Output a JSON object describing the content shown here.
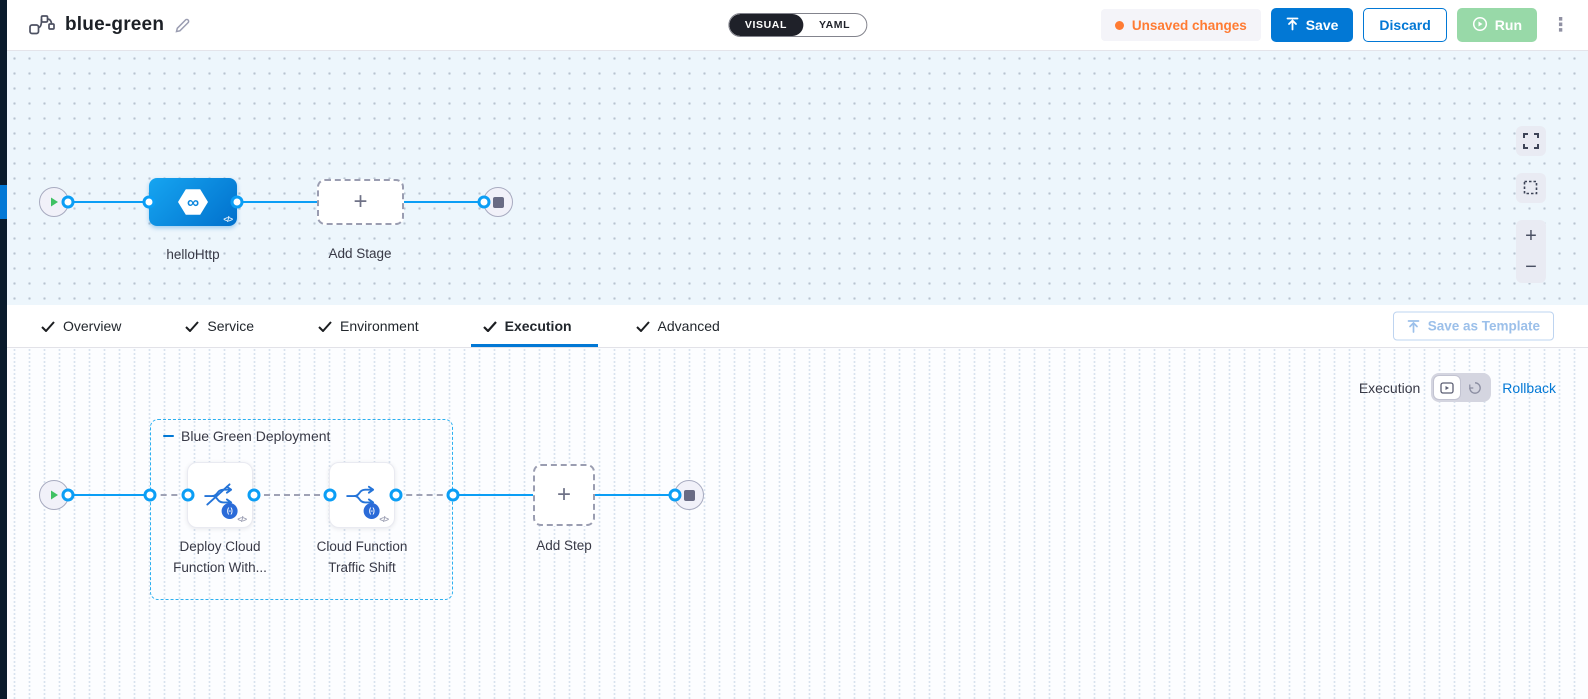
{
  "header": {
    "title": "blue-green",
    "view_toggle": {
      "visual_label": "VISUAL",
      "yaml_label": "YAML"
    },
    "unsaved_changes_label": "Unsaved changes",
    "save_label": "Save",
    "discard_label": "Discard",
    "run_label": "Run"
  },
  "stage_canvas": {
    "stage_label": "helloHttp",
    "add_stage_label": "Add Stage"
  },
  "tab_bar": {
    "tabs": [
      {
        "label": "Overview"
      },
      {
        "label": "Service"
      },
      {
        "label": "Environment"
      },
      {
        "label": "Execution"
      },
      {
        "label": "Advanced"
      }
    ],
    "active_tab": "Execution",
    "save_as_template_label": "Save as Template"
  },
  "execution_canvas": {
    "mode_label": "Execution",
    "rollback_label": "Rollback",
    "step_group": {
      "title": "Blue Green Deployment",
      "steps": [
        {
          "label": "Deploy Cloud\nFunction With...",
          "badge": "(-)"
        },
        {
          "label": "Cloud Function\nTraffic Shift",
          "badge": "(-)"
        }
      ]
    },
    "add_step_label": "Add Step"
  },
  "icons": {
    "code_glyph": "</>",
    "infinity_glyph": "∞"
  },
  "colors": {
    "primary_blue": "#0278d5",
    "flow_line_blue": "#0b9ef5",
    "unsaved_orange": "#ff7b33",
    "run_green_disabled": "#98d9a8",
    "play_green": "#3fc163",
    "group_border_cyan": "#2cb0f0"
  }
}
